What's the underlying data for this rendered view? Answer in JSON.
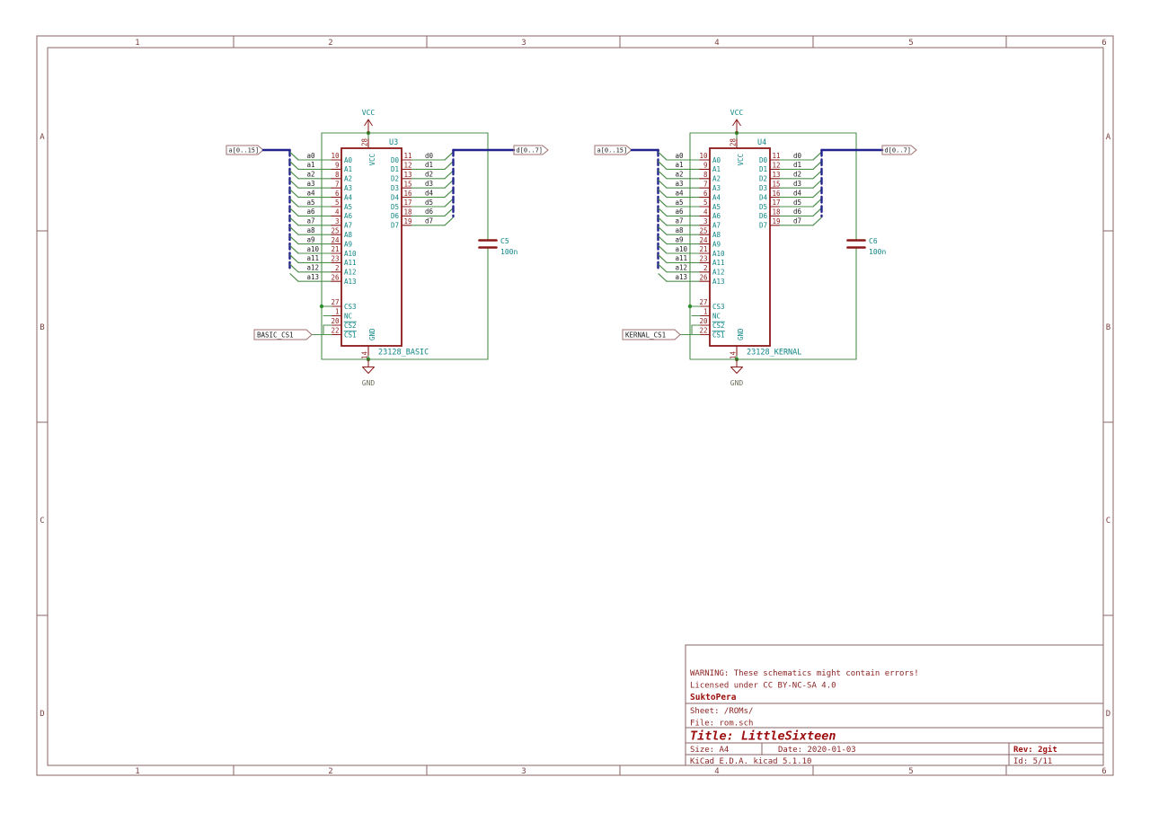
{
  "frame": {
    "columns": [
      "1",
      "2",
      "3",
      "4",
      "5",
      "6"
    ],
    "rows": [
      "A",
      "B",
      "C",
      "D"
    ]
  },
  "title_block": {
    "warning": "WARNING: These schematics might contain errors!",
    "license": "Licensed under CC BY-NC-SA 4.0",
    "company": "SuktoPera",
    "sheet": "Sheet: /ROMs/",
    "file": "File: rom.sch",
    "title": "Title: LittleSixteen",
    "size": "Size: A4",
    "date": "Date: 2020-01-03",
    "rev": "Rev: 2git",
    "tool": "KiCad E.D.A.  kicad 5.1.10",
    "id": "Id: 5/11"
  },
  "power": {
    "vcc": "VCC",
    "gnd": "GND"
  },
  "chips": [
    {
      "reference": "U3",
      "value": "23128_BASIC",
      "cs_label": "BASIC_CS1",
      "address_bus": "a[0..15]",
      "data_bus": "d[0..7]",
      "top_pin": {
        "num": "28",
        "name": "VCC"
      },
      "bottom_pin": {
        "num": "14",
        "name": "GND"
      },
      "address_pins": [
        {
          "num": "10",
          "name": "A0",
          "net": "a0"
        },
        {
          "num": "9",
          "name": "A1",
          "net": "a1"
        },
        {
          "num": "8",
          "name": "A2",
          "net": "a2"
        },
        {
          "num": "7",
          "name": "A3",
          "net": "a3"
        },
        {
          "num": "6",
          "name": "A4",
          "net": "a4"
        },
        {
          "num": "5",
          "name": "A5",
          "net": "a5"
        },
        {
          "num": "4",
          "name": "A6",
          "net": "a6"
        },
        {
          "num": "3",
          "name": "A7",
          "net": "a7"
        },
        {
          "num": "25",
          "name": "A8",
          "net": "a8"
        },
        {
          "num": "24",
          "name": "A9",
          "net": "a9"
        },
        {
          "num": "21",
          "name": "A10",
          "net": "a10"
        },
        {
          "num": "23",
          "name": "A11",
          "net": "a11"
        },
        {
          "num": "2",
          "name": "A12",
          "net": "a12"
        },
        {
          "num": "26",
          "name": "A13",
          "net": "a13"
        }
      ],
      "cs_pins": [
        {
          "num": "27",
          "name": "CS3",
          "bar": false
        },
        {
          "num": "1",
          "name": "NC",
          "bar": false
        },
        {
          "num": "20",
          "name": "CS2",
          "bar": true
        },
        {
          "num": "22",
          "name": "CS1",
          "bar": true
        }
      ],
      "data_pins": [
        {
          "num": "11",
          "name": "D0",
          "net": "d0"
        },
        {
          "num": "12",
          "name": "D1",
          "net": "d1"
        },
        {
          "num": "13",
          "name": "D2",
          "net": "d2"
        },
        {
          "num": "15",
          "name": "D3",
          "net": "d3"
        },
        {
          "num": "16",
          "name": "D4",
          "net": "d4"
        },
        {
          "num": "17",
          "name": "D5",
          "net": "d5"
        },
        {
          "num": "18",
          "name": "D6",
          "net": "d6"
        },
        {
          "num": "19",
          "name": "D7",
          "net": "d7"
        }
      ],
      "capacitor": {
        "reference": "C5",
        "value": "100n"
      }
    },
    {
      "reference": "U4",
      "value": "23128_KERNAL",
      "cs_label": "KERNAL_CS1",
      "address_bus": "a[0..15]",
      "data_bus": "d[0..7]",
      "top_pin": {
        "num": "28",
        "name": "VCC"
      },
      "bottom_pin": {
        "num": "14",
        "name": "GND"
      },
      "address_pins": [
        {
          "num": "10",
          "name": "A0",
          "net": "a0"
        },
        {
          "num": "9",
          "name": "A1",
          "net": "a1"
        },
        {
          "num": "8",
          "name": "A2",
          "net": "a2"
        },
        {
          "num": "7",
          "name": "A3",
          "net": "a3"
        },
        {
          "num": "6",
          "name": "A4",
          "net": "a4"
        },
        {
          "num": "5",
          "name": "A5",
          "net": "a5"
        },
        {
          "num": "4",
          "name": "A6",
          "net": "a6"
        },
        {
          "num": "3",
          "name": "A7",
          "net": "a7"
        },
        {
          "num": "25",
          "name": "A8",
          "net": "a8"
        },
        {
          "num": "24",
          "name": "A9",
          "net": "a9"
        },
        {
          "num": "21",
          "name": "A10",
          "net": "a10"
        },
        {
          "num": "23",
          "name": "A11",
          "net": "a11"
        },
        {
          "num": "2",
          "name": "A12",
          "net": "a12"
        },
        {
          "num": "26",
          "name": "A13",
          "net": "a13"
        }
      ],
      "cs_pins": [
        {
          "num": "27",
          "name": "CS3",
          "bar": false
        },
        {
          "num": "1",
          "name": "NC",
          "bar": false
        },
        {
          "num": "20",
          "name": "CS2",
          "bar": true
        },
        {
          "num": "22",
          "name": "CS1",
          "bar": true
        }
      ],
      "data_pins": [
        {
          "num": "11",
          "name": "D0",
          "net": "d0"
        },
        {
          "num": "12",
          "name": "D1",
          "net": "d1"
        },
        {
          "num": "13",
          "name": "D2",
          "net": "d2"
        },
        {
          "num": "15",
          "name": "D3",
          "net": "d3"
        },
        {
          "num": "16",
          "name": "D4",
          "net": "d4"
        },
        {
          "num": "17",
          "name": "D5",
          "net": "d5"
        },
        {
          "num": "18",
          "name": "D6",
          "net": "d6"
        },
        {
          "num": "19",
          "name": "D7",
          "net": "d7"
        }
      ],
      "capacitor": {
        "reference": "C6",
        "value": "100n"
      }
    }
  ],
  "colors": {
    "wire": "#4e8f4e",
    "bus": "#23238f",
    "symbol": "#8b1a1a",
    "pin_name": "#0f8585",
    "net_label": "#1c1c1c",
    "global_label_outline": "#a07070",
    "frame": "#8a6464",
    "frame_text": "#7a3f3f",
    "title_text": "#8b2424",
    "title_bold": "#9c0d0d",
    "gnd_text": "#70705f",
    "junction": "#2f8f2f"
  }
}
